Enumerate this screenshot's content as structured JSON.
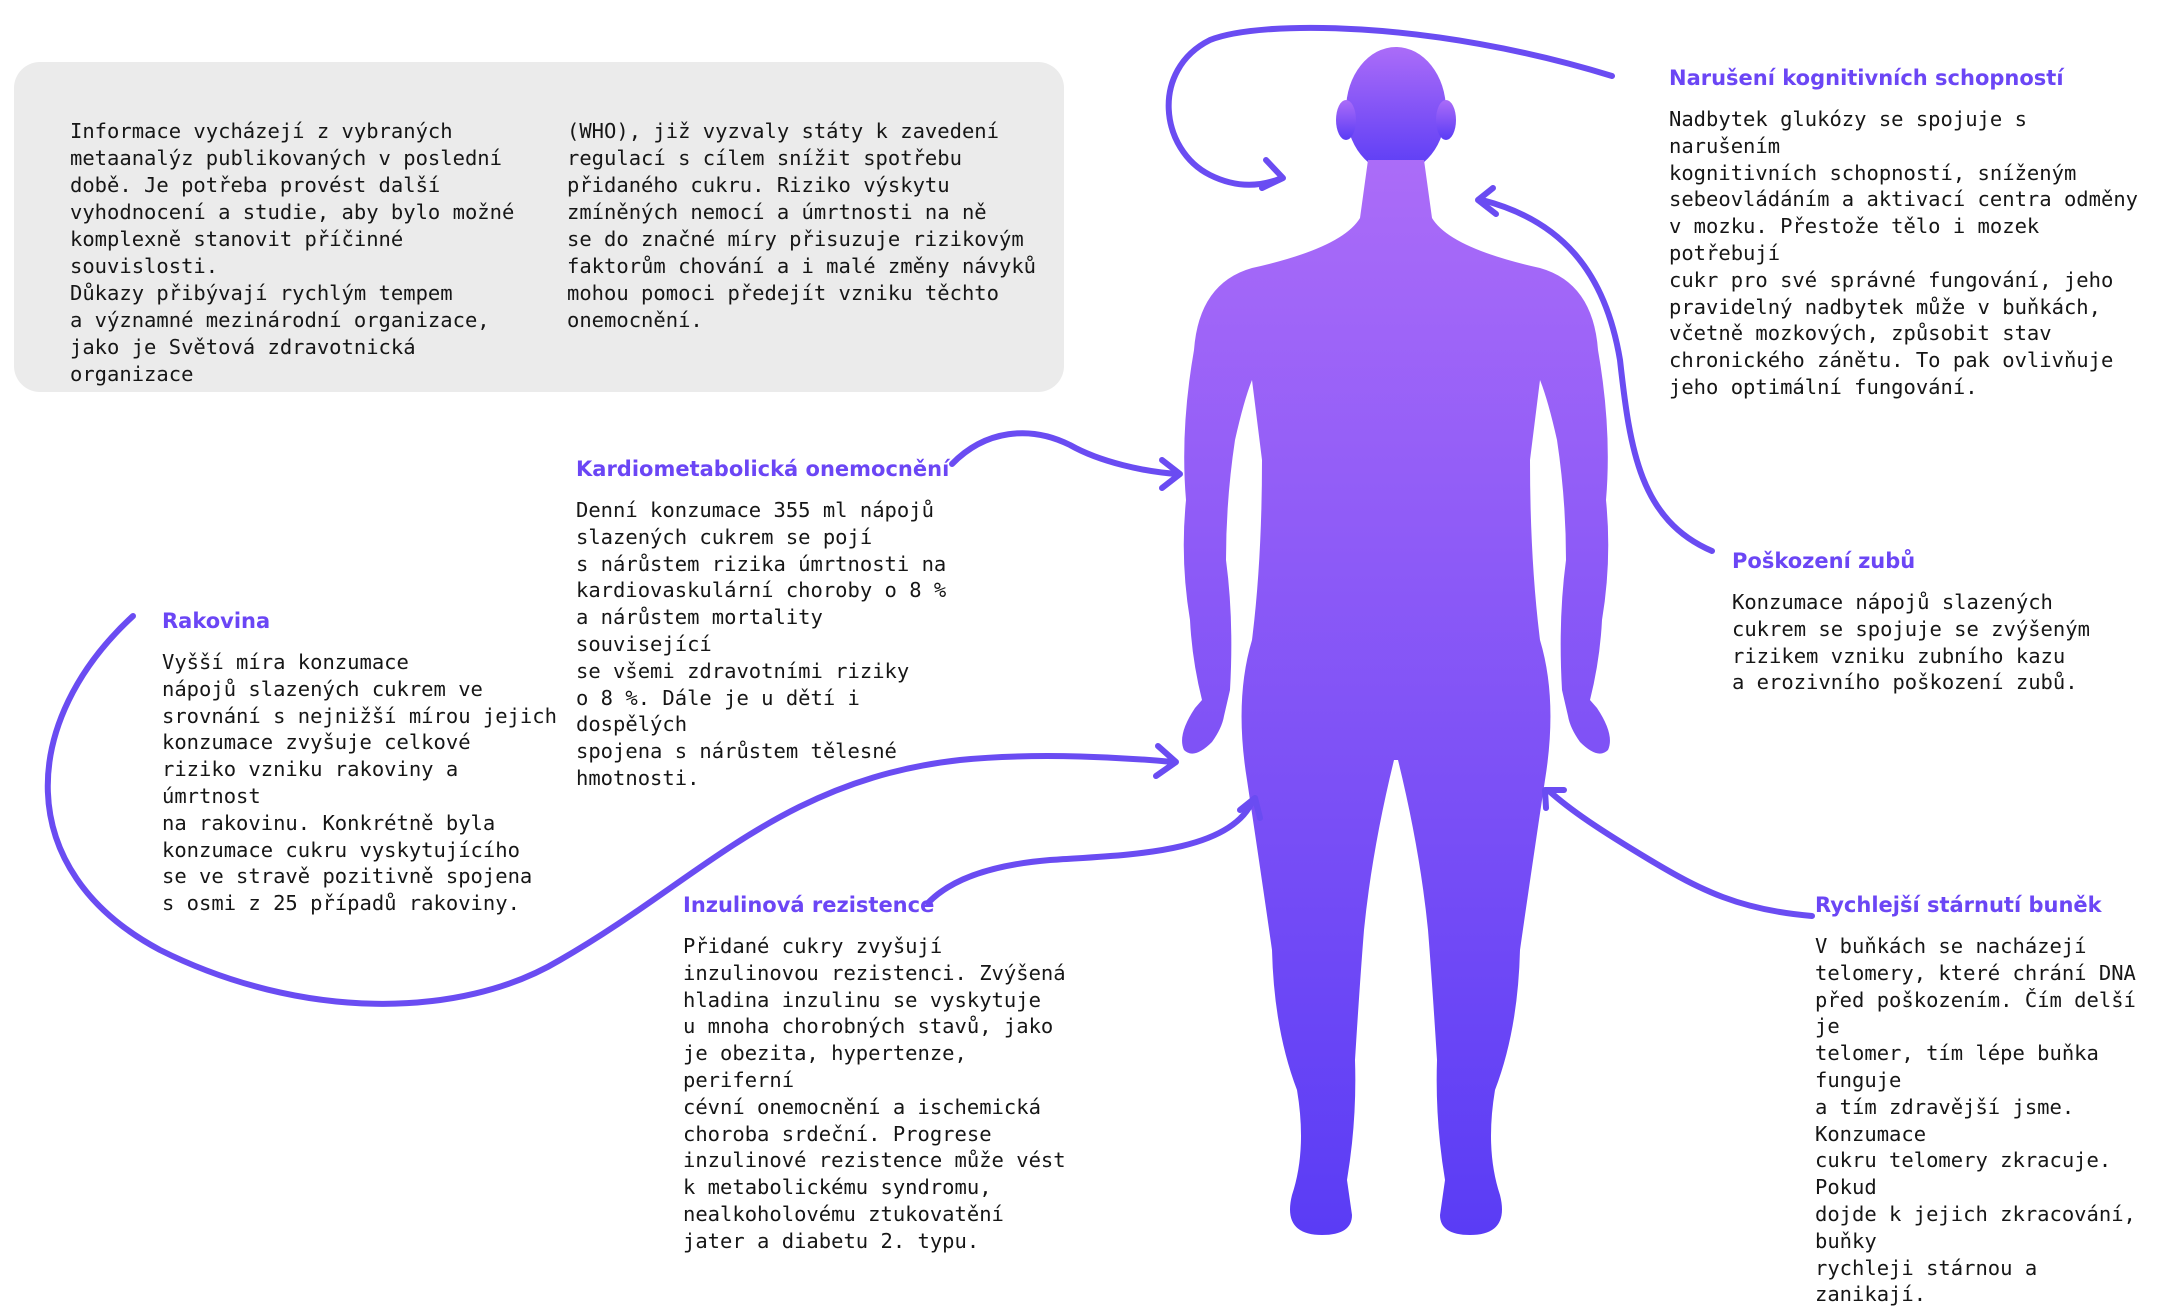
{
  "intro": {
    "left": "Informace vycházejí z vybraných\nmetaanalýz publikovaných v poslední\ndobě. Je potřeba provést další\nvyhodnocení a studie, aby bylo možné\nkomplexně stanovit příčinné souvislosti.\nDůkazy přibývají rychlým tempem\na významné mezinárodní organizace,\njako je Světová zdravotnická organizace",
    "right": "(WHO), již vyzvaly státy k zavedení\nregulací s cílem snížit spotřebu\npřidaného cukru. Riziko výskytu\nzmíněných nemocí a úmrtnosti na ně\nse do značné míry přisuzuje rizikovým\nfaktorům chování a i malé změny návyků\nmohou pomoci předejít vzniku těchto\nonemocnění."
  },
  "effects": {
    "cognitive": {
      "title": "Narušení kognitivních schopností",
      "text": "Nadbytek glukózy se spojuje s narušením\nkognitivních schopností, sníženým\nsebeovládáním a aktivací centra odměny\nv mozku. Přestože tělo i mozek potřebují\ncukr pro své správné fungování, jeho\npravidelný nadbytek může v buňkách,\nvčetně mozkových, způsobit stav\nchronického zánětu. To pak ovlivňuje\njeho optimální fungování."
    },
    "cardio": {
      "title": "Kardiometabolická onemocnění",
      "text": "Denní konzumace 355 ml nápojů\nslazených cukrem se pojí\ns nárůstem rizika úmrtnosti na\nkardiovaskulární choroby o 8 %\na nárůstem mortality související\nse všemi zdravotními riziky\no 8 %. Dále je u dětí i dospělých\nspojena s nárůstem tělesné\nhmotnosti."
    },
    "teeth": {
      "title": "Poškození zubů",
      "text": "Konzumace nápojů slazených\ncukrem se spojuje se zvýšeným\nrizikem vzniku zubního kazu\na erozivního poškození zubů."
    },
    "cancer": {
      "title": "Rakovina",
      "text": "Vyšší míra konzumace\nnápojů slazených cukrem ve\nsrovnání s nejnižší mírou jejich\nkonzumace zvyšuje celkové\nriziko vzniku rakoviny a úmrtnost\nna rakovinu. Konkrétně byla\nkonzumace cukru vyskytujícího\nse ve stravě pozitivně spojena\ns osmi z 25 případů rakoviny."
    },
    "insulin": {
      "title": "Inzulinová rezistence",
      "text": "Přidané cukry zvyšují\ninzulinovou rezistenci. Zvýšená\nhladina inzulinu se vyskytuje\nu mnoha chorobných stavů, jako\nje obezita, hypertenze, periferní\ncévní onemocnění a ischemická\nchoroba srdeční. Progrese\ninzulinové rezistence může vést\nk metabolickému syndromu,\nnealkoholovému ztukovatění\njater a diabetu 2. typu."
    },
    "aging": {
      "title": "Rychlejší stárnutí buněk",
      "text": "V buňkách se nacházejí\ntelomery, které chrání DNA\npřed poškozením. Čím delší je\ntelomer, tím lépe buňka funguje\na tím zdravější jsme. Konzumace\ncukru telomery zkracuje. Pokud\ndojde k jejich zkracování, buňky\nrychleji stárnou a zanikají."
    }
  },
  "colors": {
    "accent": "#6b46f5",
    "arrow": "#6a4cf2",
    "body_top": "#ab6cf8",
    "body_bottom": "#5a3cf5",
    "box": "#ebebeb"
  }
}
